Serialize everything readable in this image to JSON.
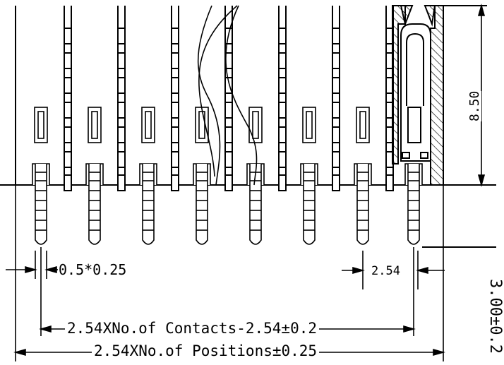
{
  "labels": {
    "pin_size": "0.5*0.25",
    "pitch": "2.54",
    "contacts_span": "2.54XNo.of Contacts-2.54±0.2",
    "positions_span": "2.54XNo.of Positions±0.25",
    "height": "8.50",
    "side_dim": "3.00±0.2"
  },
  "colors": {
    "line": "#000000",
    "background": "#ffffff"
  }
}
